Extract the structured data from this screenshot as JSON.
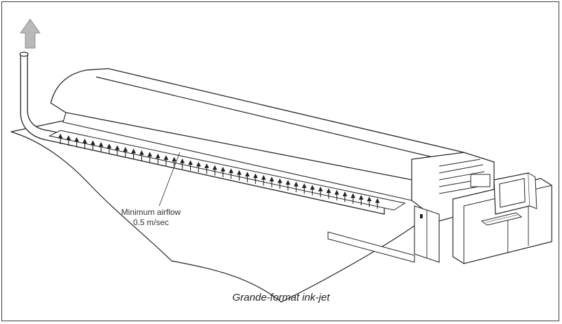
{
  "diagram": {
    "callout_line1": "Minimum airflow",
    "callout_line2": "0.5 m/sec",
    "caption": "Grande-format ink-jet"
  },
  "colors": {
    "line": "#222222",
    "exhaust_arrow": "#b9b9b9",
    "border": "#3a3a3a"
  },
  "icons": [
    "exhaust-arrow-icon",
    "airflow-arrow-icon"
  ]
}
